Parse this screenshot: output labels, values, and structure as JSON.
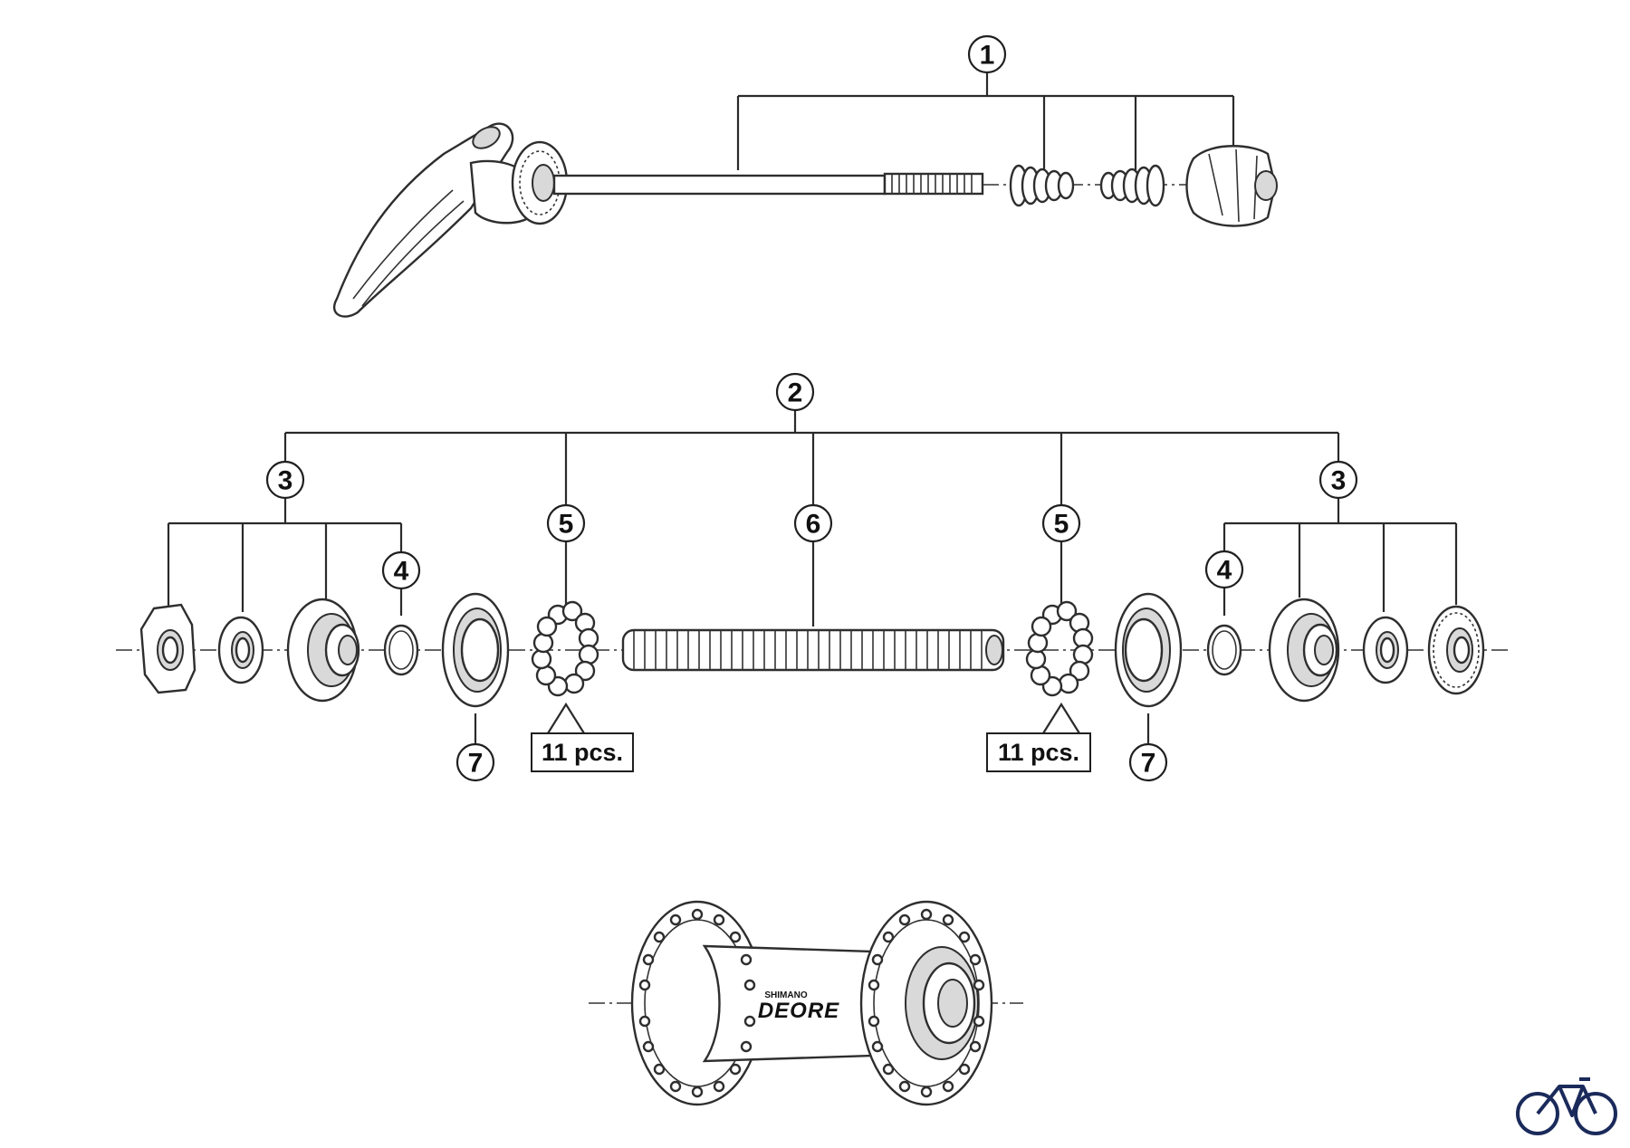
{
  "callouts": {
    "c1": "1",
    "c2": "2",
    "c3_left": "3",
    "c3_right": "3",
    "c4_left": "4",
    "c4_right": "4",
    "c5_left": "5",
    "c5_right": "5",
    "c6": "6",
    "c7_left": "7",
    "c7_right": "7"
  },
  "quantities": {
    "balls_left": "11 pcs.",
    "balls_right": "11 pcs."
  },
  "hub_branding": {
    "maker": "SHIMANO",
    "model": "DEORE"
  },
  "corner_logo": {
    "icon": "bicycle-icon"
  }
}
